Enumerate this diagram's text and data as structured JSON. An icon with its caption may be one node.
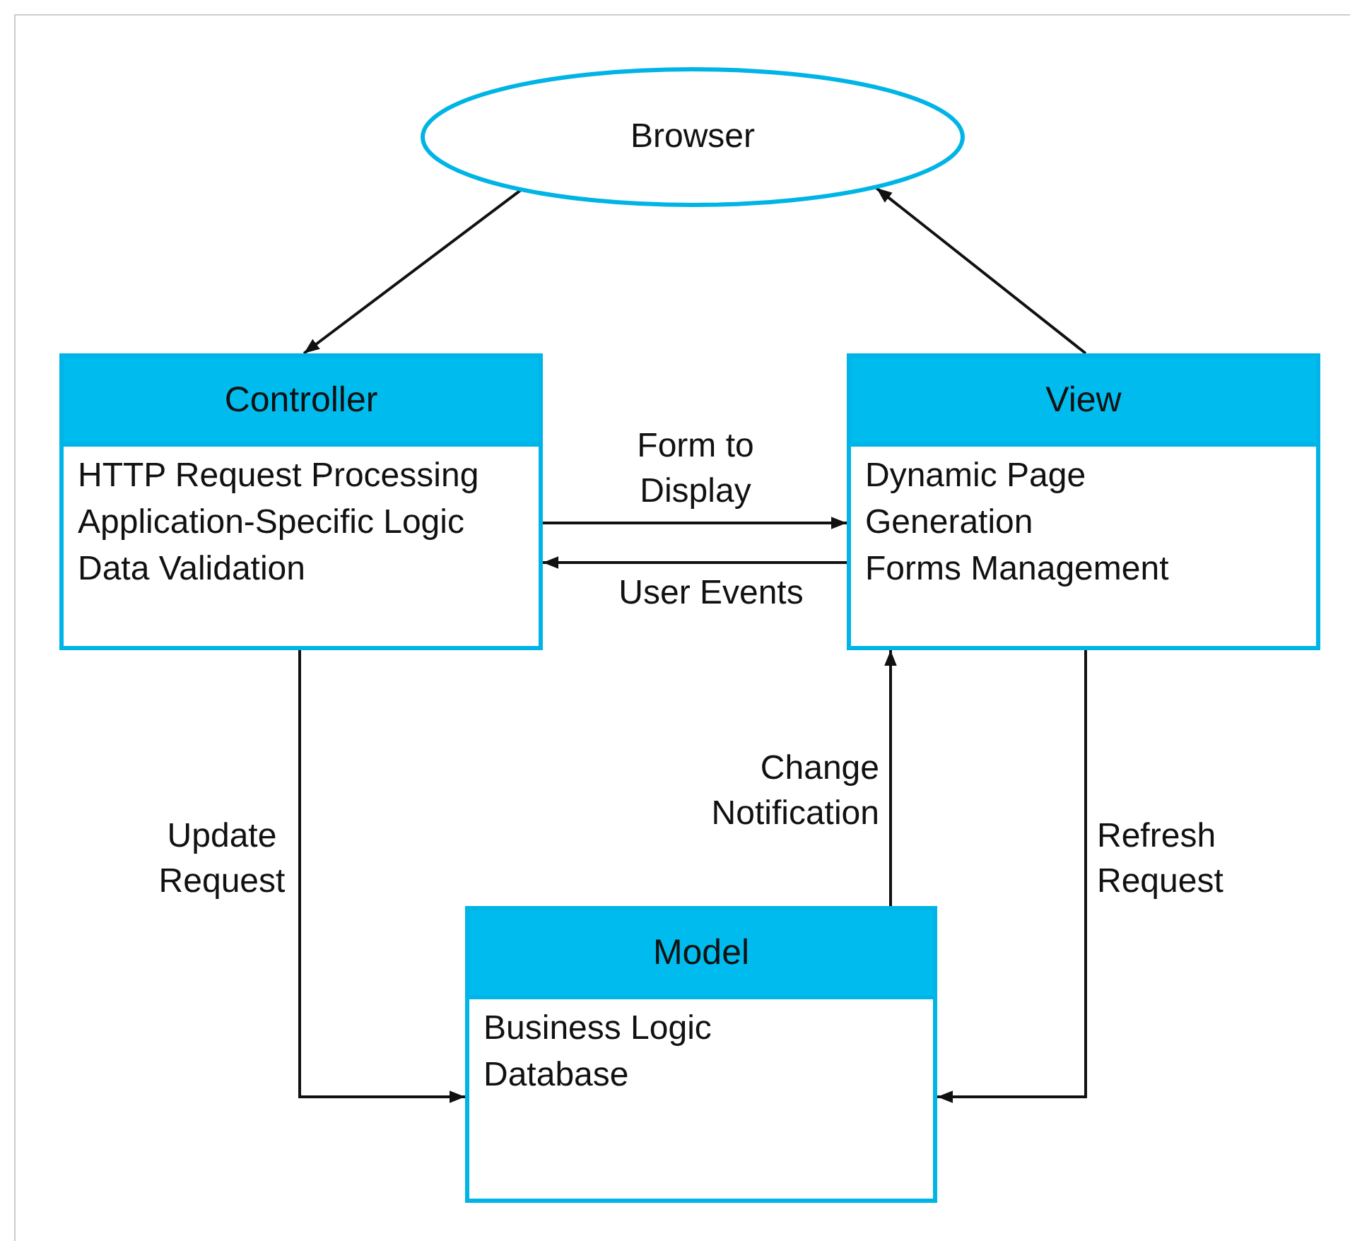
{
  "diagram": {
    "nodes": [
      {
        "text": [
          "Browser"
        ]
      },
      {
        "text": [
          "Controller",
          "HTTP Request Processing",
          "Application-Specific Logic",
          "Data Validation"
        ]
      },
      {
        "text": [
          "View",
          "Dynamic Page Generation",
          "Forms Management"
        ]
      },
      {
        "text": [
          "Model",
          "Business Logic",
          "Database"
        ]
      }
    ],
    "edges": [
      {
        "from": 0,
        "to": 1,
        "arrow": "to"
      },
      {
        "from": 2,
        "to": 0,
        "arrow": "to"
      },
      {
        "from": 1,
        "to": 2,
        "arrow": "to",
        "label": "Form to Display"
      },
      {
        "from": 2,
        "to": 1,
        "arrow": "to",
        "label": "User Events"
      },
      {
        "from": 1,
        "to": 3,
        "arrow": "to",
        "label": "Update Request"
      },
      {
        "from": 3,
        "to": 2,
        "arrow": "to",
        "label": "Change Notification"
      },
      {
        "from": 2,
        "to": 3,
        "arrow": "to",
        "label": "Refresh Request"
      }
    ]
  }
}
